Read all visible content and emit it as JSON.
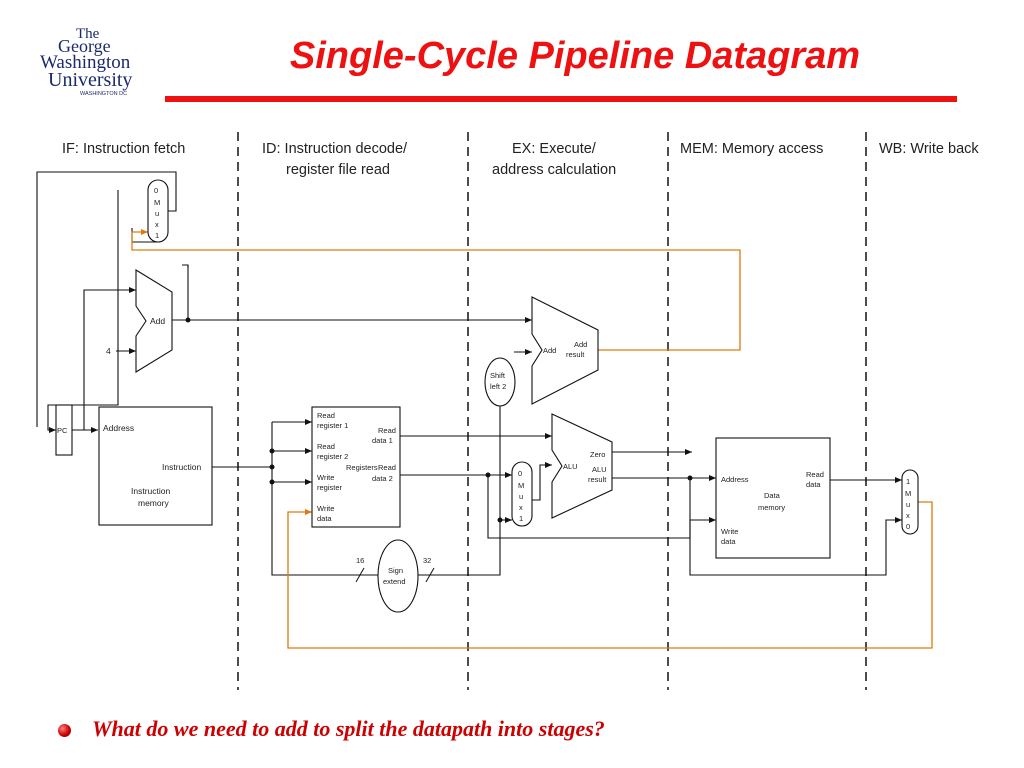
{
  "slide": {
    "title": "Single-Cycle Pipeline Datagram",
    "question": "What do we need to add to split the datapath into stages?"
  },
  "logo": {
    "line1": "The",
    "line2": "George",
    "line3": "Washington",
    "line4": "University",
    "line5": "WASHINGTON DC"
  },
  "stages": {
    "if": "IF: Instruction fetch",
    "id_line1": "ID: Instruction decode/",
    "id_line2": "register file read",
    "ex_line1": "EX: Execute/",
    "ex_line2": "address calculation",
    "mem": "MEM: Memory access",
    "wb": "WB: Write back"
  },
  "components": {
    "pc": "PC",
    "add": "Add",
    "const_four": "4",
    "mux_top": [
      "0",
      "M",
      "u",
      "x",
      "1"
    ],
    "imem_address": "Address",
    "imem_instruction": "Instruction",
    "imem_name_line1": "Instruction",
    "imem_name_line2": "memory",
    "reg_read1_a": "Read",
    "reg_read1_b": "register 1",
    "reg_read2_a": "Read",
    "reg_read2_b": "register 2",
    "reg_write_a": "Write",
    "reg_write_b": "register",
    "reg_wdata_a": "Write",
    "reg_wdata_b": "data",
    "reg_rdata1_a": "Read",
    "reg_rdata1_b": "data 1",
    "reg_rdata2_a": "Read",
    "reg_rdata2_b": "data 2",
    "reg_name": "Registers",
    "sign_ext_a": "Sign",
    "sign_ext_b": "extend",
    "bits_16": "16",
    "bits_32": "32",
    "shift_a": "Shift",
    "shift_b": "left 2",
    "branch_add_in": "Add",
    "branch_add_out_a": "Add",
    "branch_add_out_b": "result",
    "mux_alu": [
      "0",
      "M",
      "u",
      "x",
      "1"
    ],
    "alu_in": "ALU",
    "alu_zero": "Zero",
    "alu_res_a": "ALU",
    "alu_res_b": "result",
    "dmem_address": "Address",
    "dmem_rdata_a": "Read",
    "dmem_rdata_b": "data",
    "dmem_name_a": "Data",
    "dmem_name_b": "memory",
    "dmem_wdata_a": "Write",
    "dmem_wdata_b": "data",
    "mux_wb": [
      "1",
      "M",
      "u",
      "x",
      "0"
    ]
  },
  "colors": {
    "title": "#ee1111",
    "wire": "#111111",
    "feedback_wire": "#e07a10",
    "bullet": "#cc0000",
    "logo": "#1b2a6b"
  }
}
